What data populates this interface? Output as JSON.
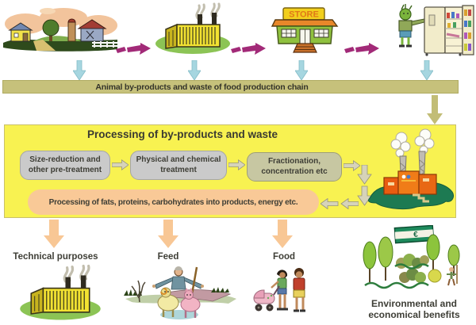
{
  "banner": {
    "label": "Animal by-products and waste of food production chain"
  },
  "processing": {
    "title": "Processing of by-products and waste",
    "steps": [
      {
        "label": "Size-reduction and other pre-treatment"
      },
      {
        "label": "Physical and chemical treatment"
      },
      {
        "label": "Fractionation, concentration etc"
      }
    ],
    "result": {
      "label": "Processing of fats, proteins, carbohydrates into products, energy etc."
    },
    "icon": "processing-plant-illustration"
  },
  "top_chain": {
    "stages": [
      {
        "icon": "farm-illustration"
      },
      {
        "icon": "food-factory-illustration"
      },
      {
        "icon": "store-illustration",
        "sign": "STORE"
      },
      {
        "icon": "consumer-fridge-illustration"
      }
    ]
  },
  "outputs": [
    {
      "label": "Technical purposes",
      "icon": "factory-illustration"
    },
    {
      "label": "Feed",
      "icon": "shepherd-livestock-illustration"
    },
    {
      "label": "Food",
      "icon": "family-stroller-illustration"
    },
    {
      "label": "Environmental and economical benefits",
      "icon": "trees-money-illustration",
      "euro_symbol": "€"
    }
  ],
  "colors": {
    "yellow_box": "#f8f251",
    "yellow_box_border": "#c9c06a",
    "banner_bg": "#c6c17b",
    "gray_step_bg": "#cacaca",
    "olive_step_bg": "#c7c7a2",
    "result_bg": "#f9c997",
    "magenta_arrow": "#a22a78",
    "teal_arrow": "#a6d6e0",
    "olive_arrow": "#c2bd76",
    "gray_arrow": "#d6d3ba",
    "orange_arrow": "#f8c795",
    "text": "#3e3e36"
  }
}
